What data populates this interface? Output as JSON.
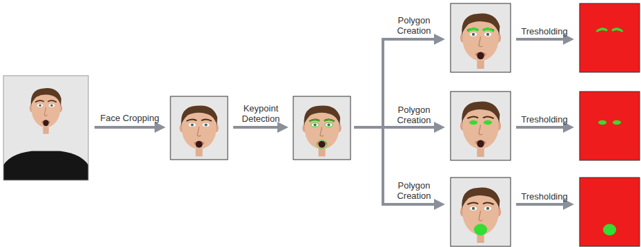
{
  "diagram": {
    "labels": [
      "Face Cropping",
      "Keypoint Detection",
      "Polygon Creation",
      "Polygon Creation",
      "Polygon Creation",
      "Tresholding",
      "Tresholding",
      "Tresholding"
    ]
  }
}
